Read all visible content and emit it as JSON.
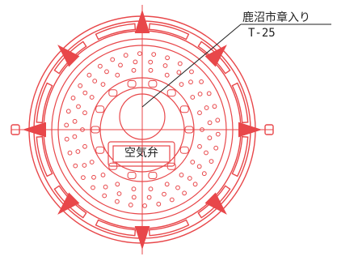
{
  "labels": {
    "crest": "鹿沼市章入り",
    "load_class": "T-25",
    "valve": "空気弁"
  },
  "colors": {
    "drawing": "#e8474a",
    "leader": "#222222",
    "background": "#ffffff"
  }
}
